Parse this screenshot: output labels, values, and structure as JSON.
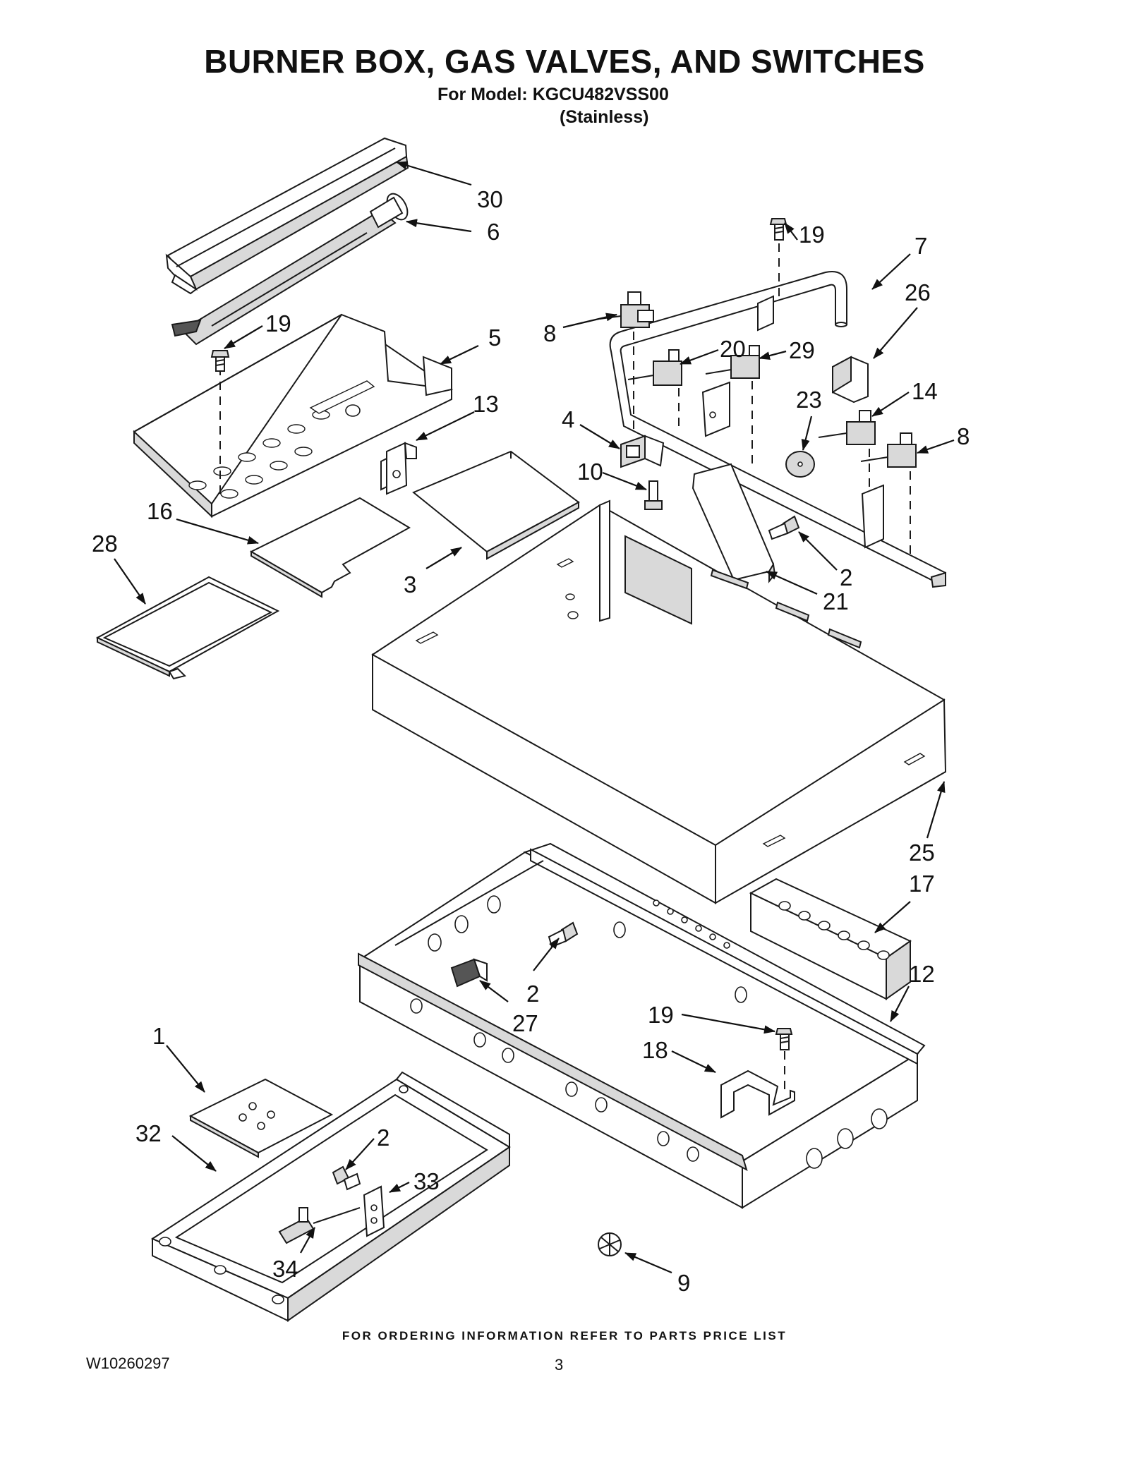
{
  "header": {
    "title": "BURNER BOX, GAS VALVES, AND SWITCHES",
    "model": "For Model: KGCU482VSS00",
    "finish": "(Stainless)"
  },
  "callouts": {
    "c1": "1",
    "c2a": "2",
    "c2b": "2",
    "c2c": "2",
    "c3": "3",
    "c4": "4",
    "c5": "5",
    "c6": "6",
    "c7": "7",
    "c8a": "8",
    "c8b": "8",
    "c9": "9",
    "c10": "10",
    "c12": "12",
    "c13": "13",
    "c14": "14",
    "c16": "16",
    "c17": "17",
    "c18": "18",
    "c19a": "19",
    "c19b": "19",
    "c19c": "19",
    "c20": "20",
    "c21": "21",
    "c23": "23",
    "c25": "25",
    "c26": "26",
    "c27": "27",
    "c28": "28",
    "c29": "29",
    "c30": "30",
    "c32": "32",
    "c33": "33",
    "c34": "34"
  },
  "footer": {
    "note": "FOR ORDERING INFORMATION REFER TO PARTS PRICE LIST",
    "doc_number": "W10260297",
    "page_number": "3"
  }
}
